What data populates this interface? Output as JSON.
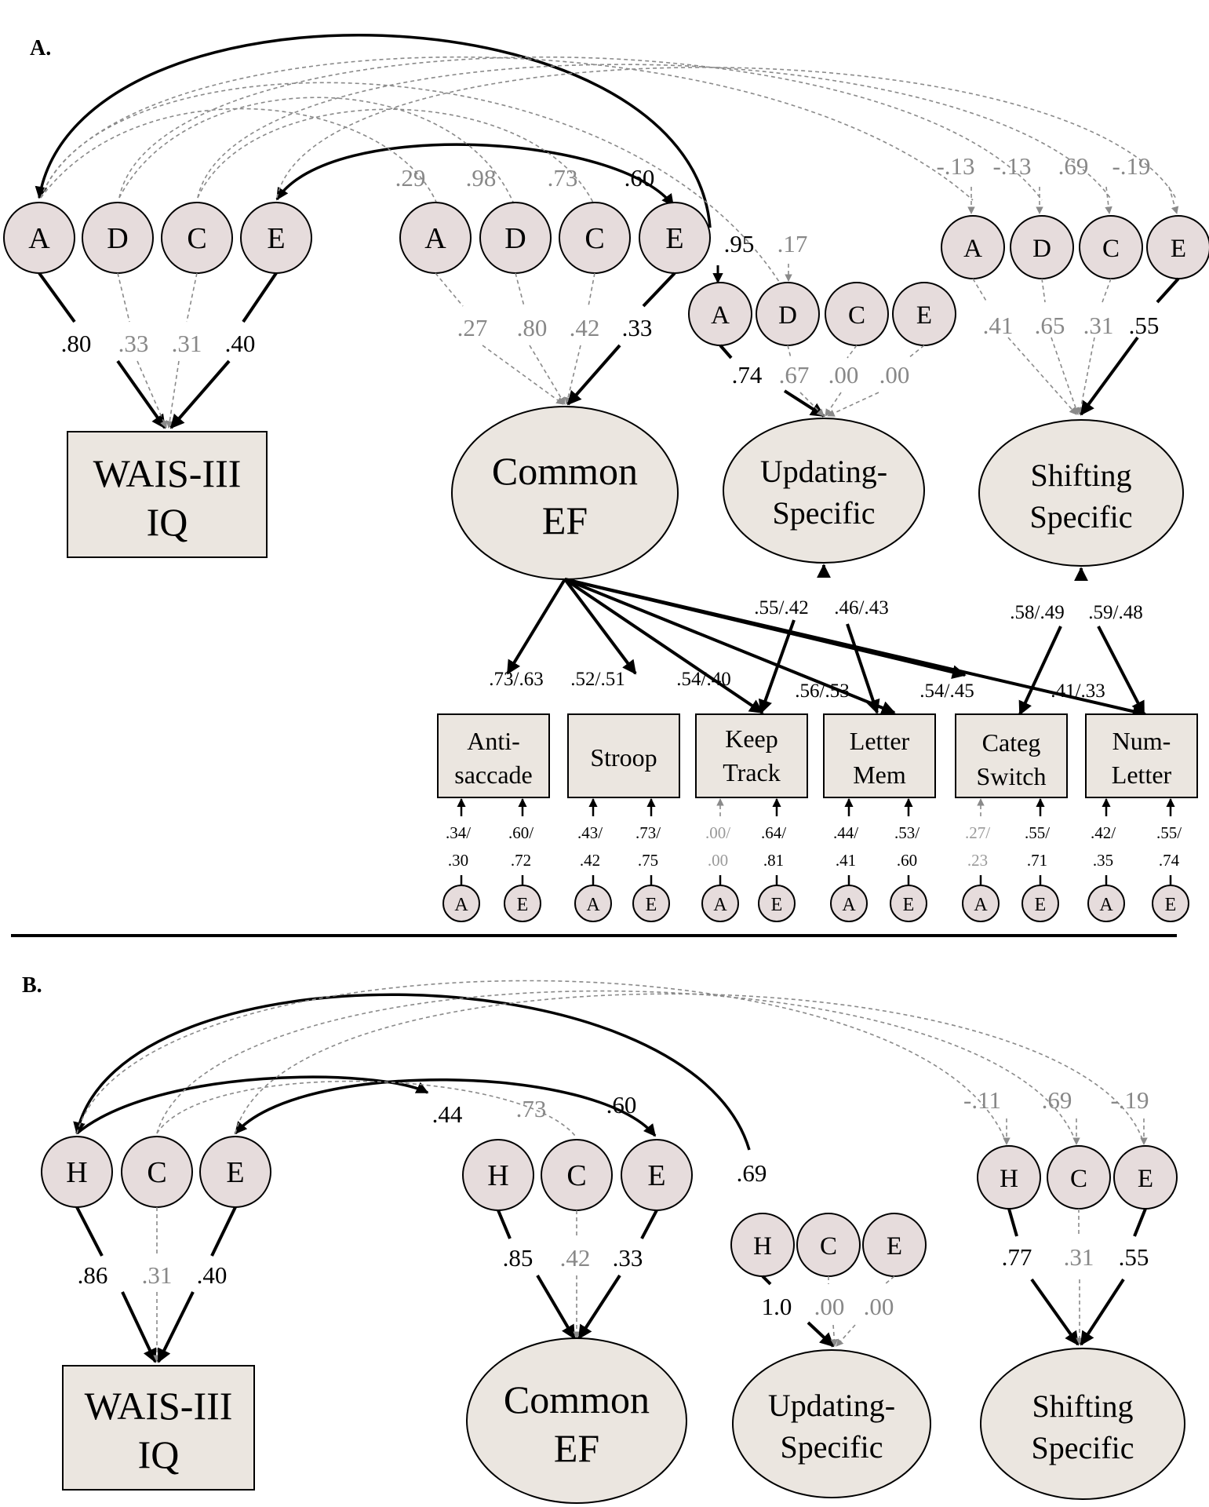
{
  "panels": {
    "a": {
      "label": "A.",
      "outcome_box": {
        "line1": "WAIS-III",
        "line2": "IQ"
      },
      "factors": {
        "common": {
          "line1": "Common",
          "line2": "EF"
        },
        "updating": {
          "line1": "Updating-",
          "line2": "Specific"
        },
        "shifting": {
          "line1": "Shifting",
          "line2": "Specific"
        }
      },
      "iq_components": [
        "A",
        "D",
        "C",
        "E"
      ],
      "common_components": [
        "A",
        "D",
        "C",
        "E"
      ],
      "updating_components": [
        "A",
        "D",
        "C",
        "E"
      ],
      "shifting_components": [
        "A",
        "D",
        "C",
        "E"
      ],
      "iq_paths": [
        ".80",
        ".33",
        ".31",
        ".40"
      ],
      "common_paths": [
        ".27",
        ".80",
        ".42",
        ".33"
      ],
      "updating_paths": [
        ".74",
        ".67",
        ".00",
        ".00"
      ],
      "shifting_paths": [
        ".41",
        ".65",
        ".31",
        ".55"
      ],
      "common_corr": [
        ".29",
        ".98",
        ".73",
        ".60"
      ],
      "updating_corr": [
        ".95",
        ".17"
      ],
      "shifting_corr": [
        "-.13",
        "-.13",
        ".69",
        "-.19"
      ],
      "tasks": [
        {
          "line1": "Anti-",
          "line2": "saccade"
        },
        {
          "line1": "Stroop",
          "line2": ""
        },
        {
          "line1": "Keep",
          "line2": "Track"
        },
        {
          "line1": "Letter",
          "line2": "Mem"
        },
        {
          "line1": "Categ",
          "line2": "Switch"
        },
        {
          "line1": "Num-",
          "line2": "Letter"
        }
      ],
      "common_loadings": [
        ".73/.63",
        ".52/.51",
        ".54/.40",
        ".56/.53",
        ".54/.45",
        ".41/.33"
      ],
      "updating_loadings": [
        ".55/.42",
        ".46/.43"
      ],
      "shifting_loadings": [
        ".58/.49",
        ".59/.48"
      ],
      "residuals": [
        {
          "a": [
            ".34/",
            ".30"
          ],
          "e": [
            ".60/",
            ".72"
          ]
        },
        {
          "a": [
            ".43/",
            ".42"
          ],
          "e": [
            ".73/",
            ".75"
          ]
        },
        {
          "a": [
            ".00/",
            ".00"
          ],
          "e": [
            ".64/",
            ".81"
          ]
        },
        {
          "a": [
            ".44/",
            ".41"
          ],
          "e": [
            ".53/",
            ".60"
          ]
        },
        {
          "a": [
            ".27/",
            ".23"
          ],
          "e": [
            ".55/",
            ".71"
          ]
        },
        {
          "a": [
            ".42/",
            ".35"
          ],
          "e": [
            ".55/",
            ".74"
          ]
        }
      ],
      "residual_letters": [
        "A",
        "E"
      ]
    },
    "b": {
      "label": "B.",
      "outcome_box": {
        "line1": "WAIS-III",
        "line2": "IQ"
      },
      "factors": {
        "common": {
          "line1": "Common",
          "line2": "EF"
        },
        "updating": {
          "line1": "Updating-",
          "line2": "Specific"
        },
        "shifting": {
          "line1": "Shifting",
          "line2": "Specific"
        }
      },
      "iq_components": [
        "H",
        "C",
        "E"
      ],
      "common_components": [
        "H",
        "C",
        "E"
      ],
      "updating_components": [
        "H",
        "C",
        "E"
      ],
      "shifting_components": [
        "H",
        "C",
        "E"
      ],
      "iq_paths": [
        ".86",
        ".31",
        ".40"
      ],
      "common_paths": [
        ".85",
        ".42",
        ".33"
      ],
      "updating_paths": [
        "1.0",
        ".00",
        ".00"
      ],
      "shifting_paths": [
        ".77",
        ".31",
        ".55"
      ],
      "common_corr": [
        ".44",
        ".73",
        ".60"
      ],
      "updating_corr": [
        ".69"
      ],
      "shifting_corr": [
        "-.11",
        ".69",
        "-.19"
      ]
    }
  },
  "colors": {
    "significant_path": "#000000",
    "nonsignificant_path": "#8a8a8a",
    "component_fill": "#e6dcdc",
    "node_fill": "#ebe6e0"
  }
}
